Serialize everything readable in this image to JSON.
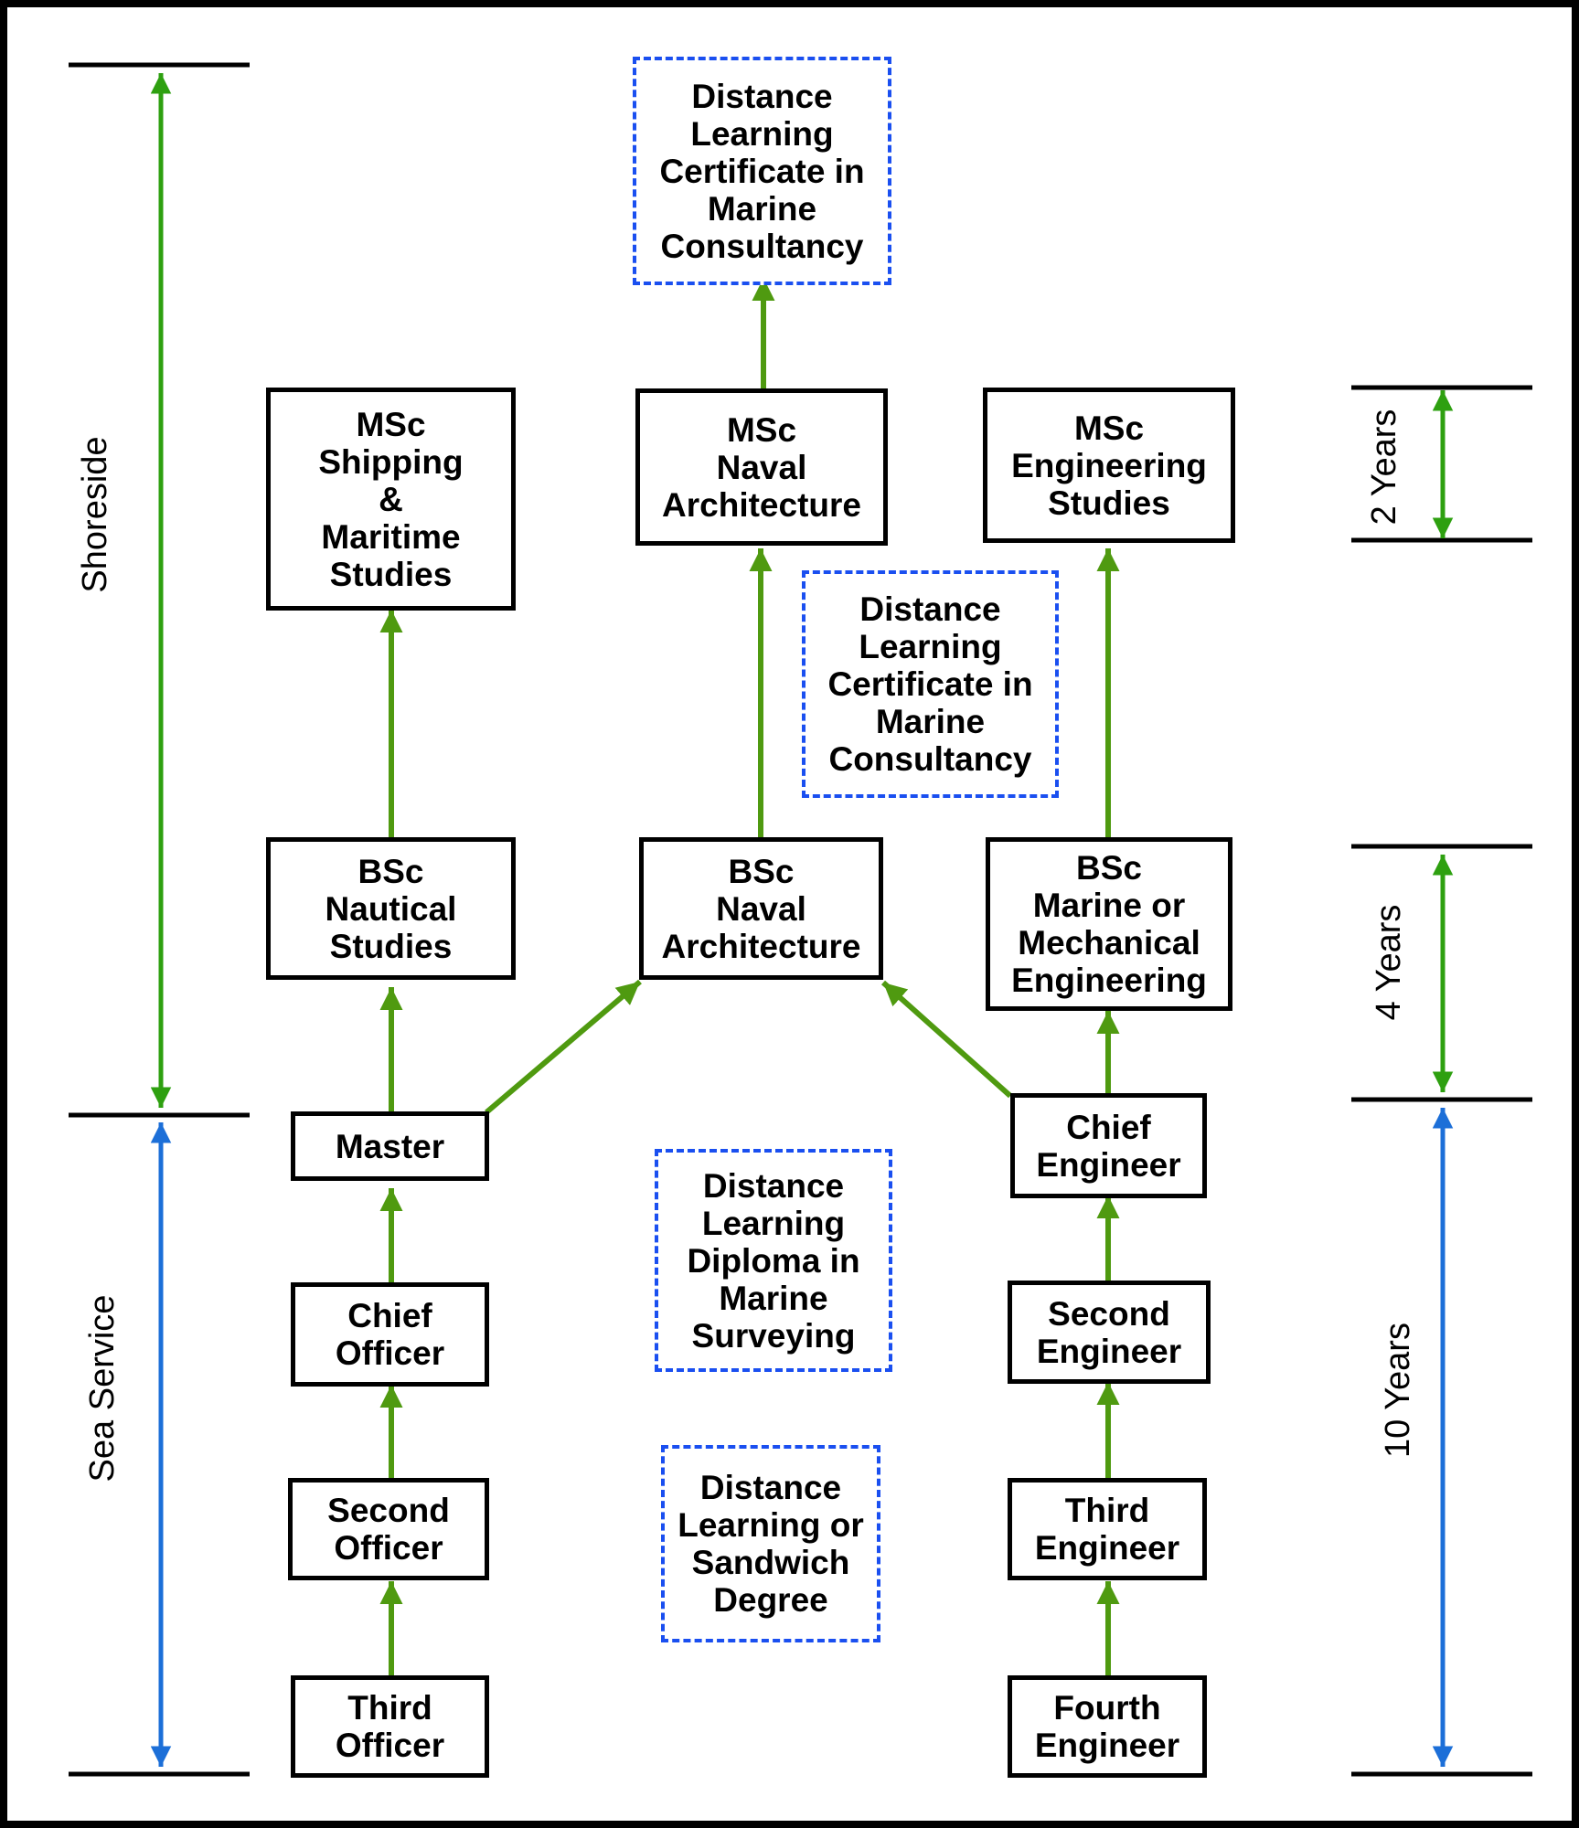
{
  "phases": {
    "shoreside": "Shoreside",
    "sea_service": "Sea Service"
  },
  "durations": {
    "two_years": "2 Years",
    "four_years": "4 Years",
    "ten_years": "10 Years"
  },
  "deck": {
    "msc_shipping": "MSc\nShipping\n&\nMaritime\nStudies",
    "bsc_nautical": "BSc\nNautical\nStudies",
    "master": "Master",
    "chief_officer": "Chief\nOfficer",
    "second_officer": "Second\nOfficer",
    "third_officer": "Third\nOfficer"
  },
  "center": {
    "dl_cert_top": "Distance\nLearning\nCertificate in\nMarine\nConsultancy",
    "msc_naval": "MSc\nNaval\nArchitecture",
    "dl_cert_mid": "Distance\nLearning\nCertificate in\nMarine\nConsultancy",
    "bsc_naval": "BSc\nNaval\nArchitecture",
    "dl_diploma": "Distance\nLearning\nDiploma in\nMarine\nSurveying",
    "dl_sandwich": "Distance\nLearning or\nSandwich\nDegree"
  },
  "engine": {
    "msc_engineering": "MSc\nEngineering\nStudies",
    "bsc_marine": "BSc\nMarine or\nMechanical\nEngineering",
    "chief_engineer": "Chief\nEngineer",
    "second_engineer": "Second\nEngineer",
    "third_engineer": "Third\nEngineer",
    "fourth_engineer": "Fourth\nEngineer"
  },
  "colors": {
    "progression_arrow": "#4f9a10",
    "shoreside_span": "#2ea010",
    "sea_span": "#1c6fd8",
    "optional_box_border": "#1a4ff0"
  }
}
